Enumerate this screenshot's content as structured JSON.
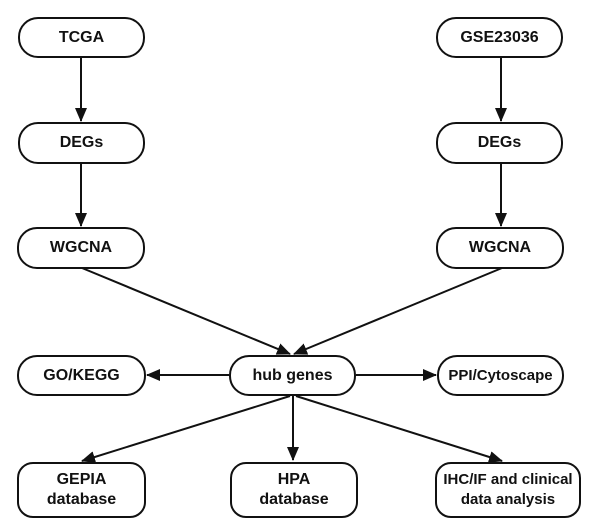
{
  "diagram": {
    "type": "flowchart",
    "stroke_color": "#111111",
    "background": "#ffffff",
    "nodes": [
      {
        "id": "tcga",
        "label": "TCGA"
      },
      {
        "id": "gse",
        "label": "GSE23036"
      },
      {
        "id": "degs_left",
        "label": "DEGs"
      },
      {
        "id": "degs_right",
        "label": "DEGs"
      },
      {
        "id": "wgcna_left",
        "label": "WGCNA"
      },
      {
        "id": "wgcna_right",
        "label": "WGCNA"
      },
      {
        "id": "gokegg",
        "label": "GO/KEGG"
      },
      {
        "id": "hub",
        "label": "hub genes"
      },
      {
        "id": "ppi",
        "label": "PPI/Cytoscape"
      },
      {
        "id": "gepia",
        "label": "GEPIA\ndatabase"
      },
      {
        "id": "hpa",
        "label": "HPA\ndatabase"
      },
      {
        "id": "ihc",
        "label": "IHC/IF and clinical\ndata analysis"
      }
    ],
    "edges": [
      {
        "from": "tcga",
        "to": "degs_left"
      },
      {
        "from": "degs_left",
        "to": "wgcna_left"
      },
      {
        "from": "gse",
        "to": "degs_right"
      },
      {
        "from": "degs_right",
        "to": "wgcna_right"
      },
      {
        "from": "wgcna_left",
        "to": "hub"
      },
      {
        "from": "wgcna_right",
        "to": "hub"
      },
      {
        "from": "hub",
        "to": "gokegg"
      },
      {
        "from": "hub",
        "to": "ppi"
      },
      {
        "from": "hub",
        "to": "gepia"
      },
      {
        "from": "hub",
        "to": "hpa"
      },
      {
        "from": "hub",
        "to": "ihc"
      }
    ]
  }
}
